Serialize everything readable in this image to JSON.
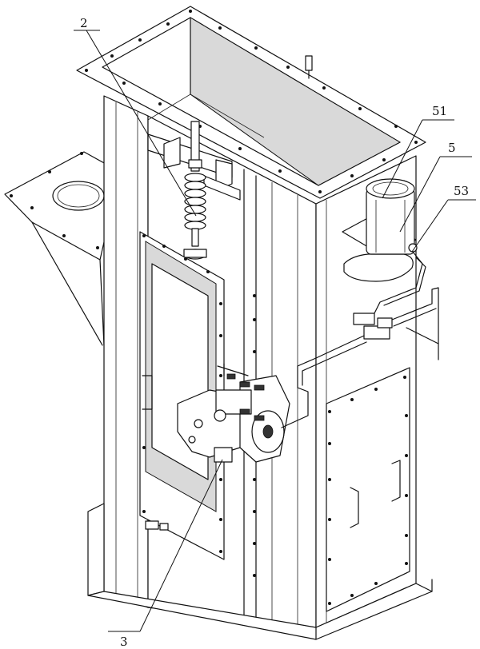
{
  "labels": {
    "part_2": "2",
    "part_51": "51",
    "part_5": "5",
    "part_53": "53",
    "part_3": "3"
  }
}
